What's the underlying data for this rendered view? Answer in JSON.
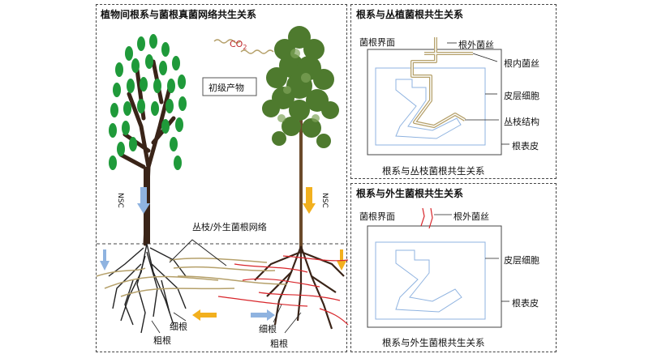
{
  "left_panel": {
    "title": "植物间根系与菌根真菌网络共生关系",
    "co2_text": "CO",
    "co2_sub": "2",
    "primary_products": "初级产物",
    "nsc_left": "NSC",
    "nsc_right": "NSC",
    "network_label": "丛枝/外生菌根网络",
    "left_fine_root": "细根",
    "left_coarse_root": "粗根",
    "right_fine_root": "细根",
    "right_coarse_root": "粗根"
  },
  "top_right_panel": {
    "title": "根系与丛植菌根共生关系",
    "root_interface": "菌根界面",
    "extraradical_hyphae": "根外菌丝",
    "intraradical_hyphae": "根内菌丝",
    "cortex_cells": "皮层细胞",
    "arbuscule": "丛枝结构",
    "epidermis": "根表皮",
    "caption": "根系与丛枝菌根共生关系"
  },
  "bottom_right_panel": {
    "title": "根系与外生菌根共生关系",
    "root_interface": "菌根界面",
    "extraradical_hyphae": "根外菌丝",
    "cortex_cells": "皮层细胞",
    "epidermis": "根表皮",
    "caption": "根系与外生菌根共生关系"
  },
  "colors": {
    "am_hyphae": "#b5a06a",
    "ecm_hyphae": "#d8262b",
    "nsc_left_arrow": "#8fb3e0",
    "nsc_right_arrow": "#f2b01e",
    "cell_outline": "#8fb3e0",
    "leaf_green": "#1f9a3a",
    "trunk": "#3a2418"
  }
}
